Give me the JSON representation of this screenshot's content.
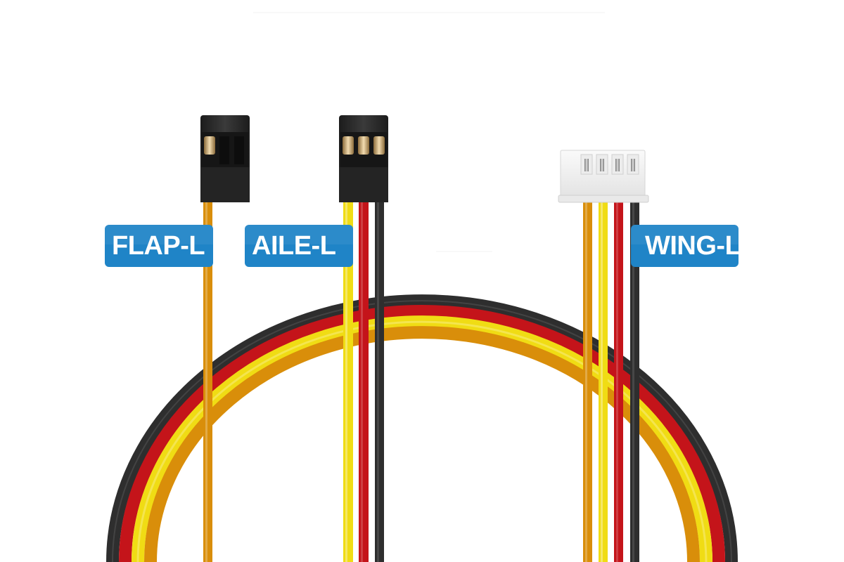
{
  "labels": {
    "flap": "FLAP-L",
    "aile": "AILE-L",
    "wing": "WING-L"
  },
  "colors": {
    "tag_blue": "#1f84c7",
    "wire_orange": "#d98e0a",
    "wire_yellow": "#f0dc14",
    "wire_red": "#c4141a",
    "wire_black": "#2e2e2e",
    "connector_black": "#262626",
    "connector_white": "#f4f4f4"
  },
  "icons": {
    "flap_connector": "3-pin-servo-connector",
    "aile_connector": "3-pin-servo-connector",
    "wing_connector": "4-pin-jst-connector"
  }
}
